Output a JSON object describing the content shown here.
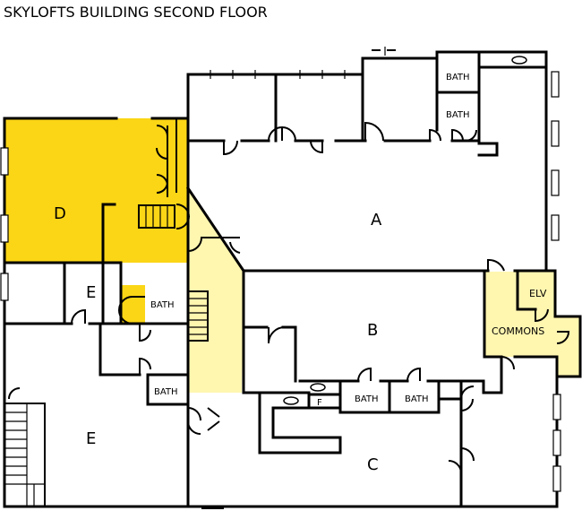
{
  "title": "SKYLOFTS BUILDING SECOND FLOOR",
  "colors": {
    "highlight": "#fbd616",
    "commons": "#fff6b0",
    "wall": "#000000",
    "background": "#ffffff"
  },
  "rooms": {
    "a": "A",
    "b": "B",
    "c": "C",
    "d": "D",
    "e_upper": "E",
    "e_lower": "E",
    "commons": "COMMONS",
    "elv": "ELV",
    "f": "F",
    "bath_top_1": "BATH",
    "bath_top_2": "BATH",
    "bath_d": "BATH",
    "bath_left": "BATH",
    "bath_mid_1": "BATH",
    "bath_mid_2": "BATH"
  }
}
